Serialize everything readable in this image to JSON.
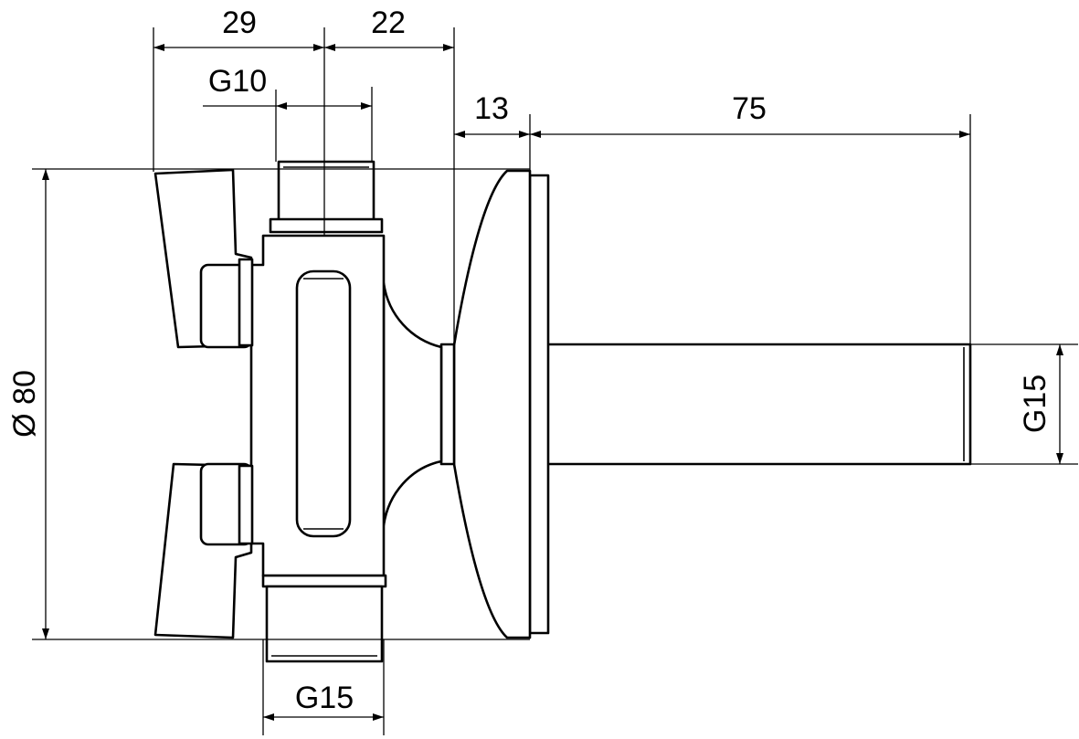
{
  "drawing": {
    "dimensions": {
      "width_29": "29",
      "width_22": "22",
      "thread_top": "G10",
      "width_13": "13",
      "length_75": "75",
      "diameter_80": "Ø 80",
      "thread_outlet": "G15",
      "thread_bottom": "G15"
    },
    "line_color": "#000000",
    "background": "#ffffff"
  }
}
